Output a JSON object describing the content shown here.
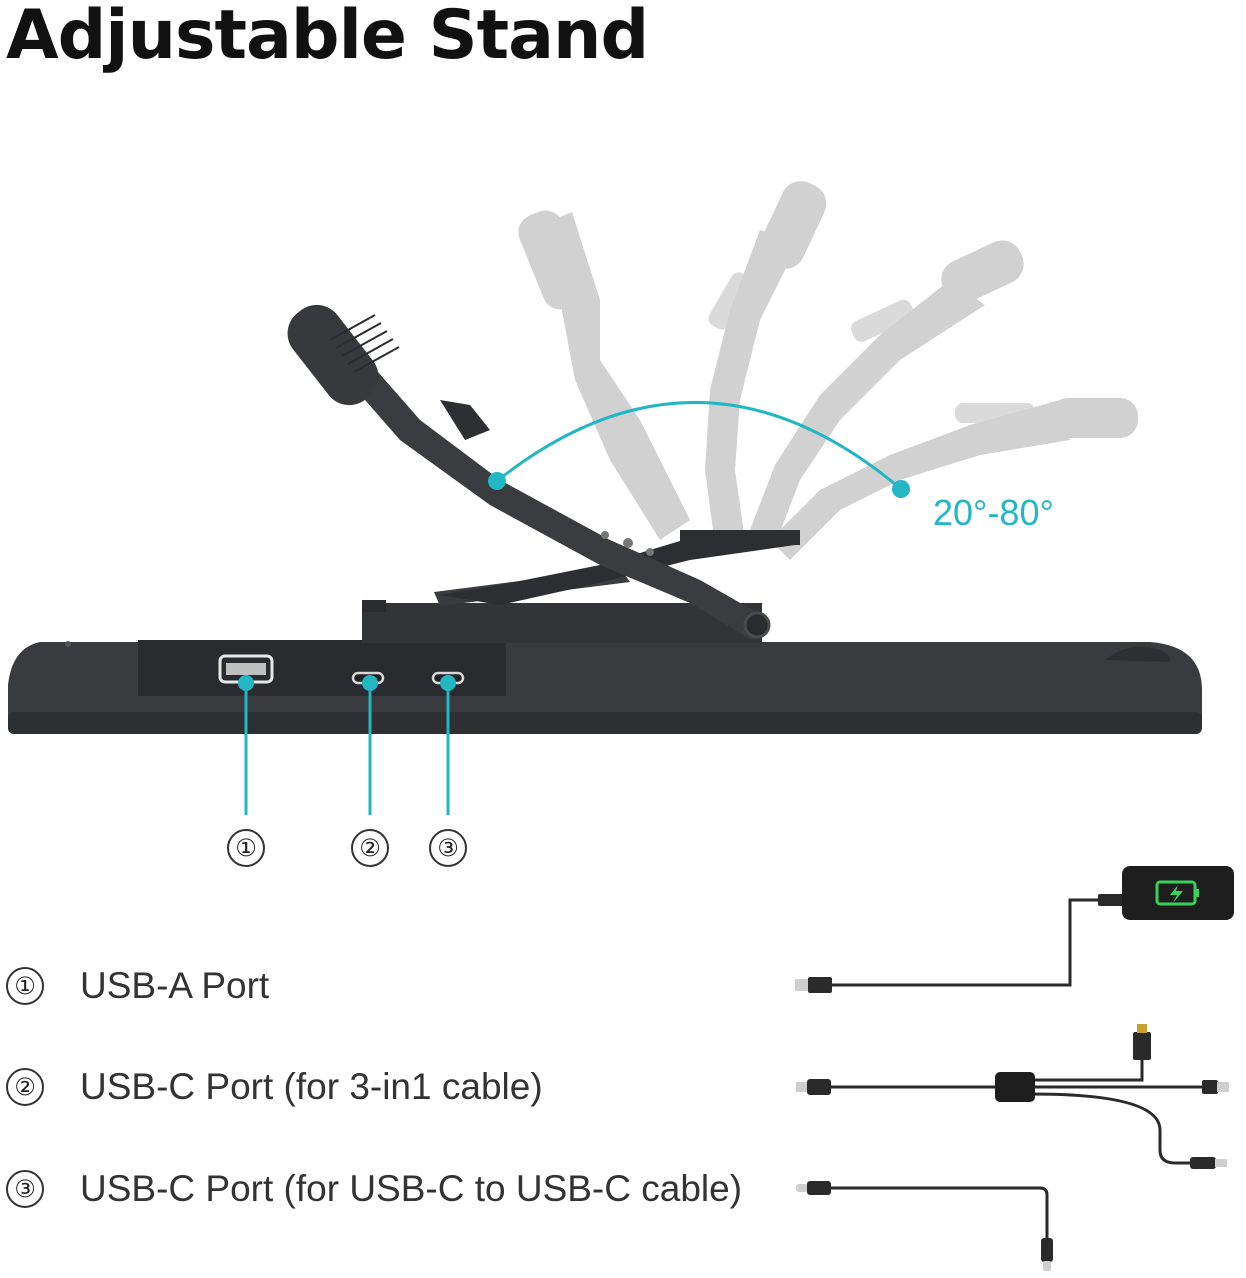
{
  "title": "Adjustable Stand",
  "angle_range": "20°-80°",
  "callouts": [
    "①",
    "②",
    "③"
  ],
  "legend": [
    {
      "marker": "①",
      "label": "USB-A Port"
    },
    {
      "marker": "②",
      "label": "USB-C Port (for 3-in1 cable)"
    },
    {
      "marker": "③",
      "label": "USB-C Port (for USB-C to USB-C cable)"
    }
  ],
  "colors": {
    "accent": "#23b6c4",
    "device": "#3a3b3f",
    "ghost": "#bcbcbc",
    "battery": "#3ad15a"
  },
  "icons": [
    "tablet-stand",
    "usb-a-port",
    "usb-c-port",
    "phone-charging-icon",
    "usb-a-cable",
    "three-in-one-cable",
    "usb-c-cable"
  ]
}
